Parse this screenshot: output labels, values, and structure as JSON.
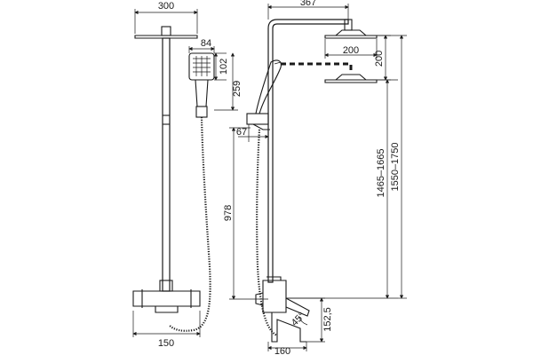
{
  "dimensions": {
    "rain_head_width": "300",
    "hand_shower_width": "84",
    "hand_shower_head_length": "102",
    "hand_shower_length": "259",
    "mixer_width": "150",
    "arm_reach": "367",
    "rain_head_width_side": "200",
    "rain_head_adjust": "200",
    "holder_offset": "67",
    "mixer_height": "978",
    "height_range_inner": "1465–1665",
    "height_range_outer": "1550–1750",
    "spout_angle": "45°",
    "spout_height": "152,5",
    "spout_reach": "160"
  }
}
